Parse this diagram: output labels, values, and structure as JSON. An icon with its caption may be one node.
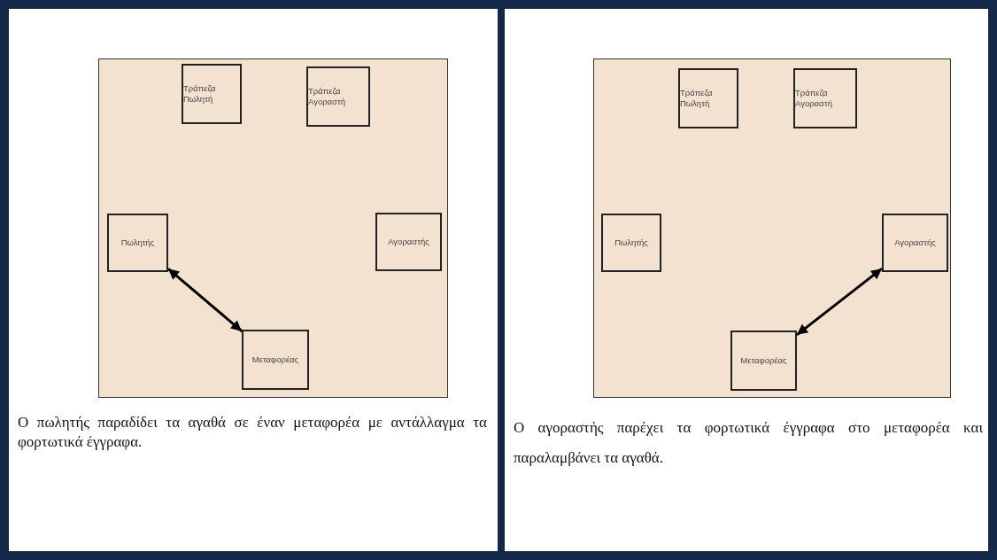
{
  "diagram": {
    "nodes": [
      {
        "text": [
          "Ο πωλητής παραδίδει τα αγαθά σε έναν μεταφορέα με αντάλλαγμα τα φορτωτικά έγγραφα."
        ]
      },
      {
        "text": [
          "Τράπεζα Πωλητή"
        ],
        "in": 0
      },
      {
        "text": [
          "Τράπεζα Αγοραστή"
        ],
        "in": 0
      },
      {
        "text": [
          "Πωλητής"
        ],
        "in": 0
      },
      {
        "text": [
          "Αγοραστής"
        ],
        "in": 0
      },
      {
        "text": [
          "Μεταφορέας"
        ],
        "in": 0
      },
      {
        "text": [
          "Ο αγοραστής παρέχει τα φορτωτικά έγγραφα στο μεταφορέα και παραλαμβάνει τα αγαθά."
        ]
      },
      {
        "text": [
          "Τράπεζα Πωλητή"
        ],
        "in": 6
      },
      {
        "text": [
          "Τράπεζα Αγοραστή"
        ],
        "in": 6
      },
      {
        "text": [
          "Πωλητής"
        ],
        "in": 6
      },
      {
        "text": [
          "Αγοραστής"
        ],
        "in": 6
      },
      {
        "text": [
          "Μεταφορέας"
        ],
        "in": 6
      }
    ],
    "edges": [
      {
        "from": 3,
        "to": 5,
        "arrow": "both"
      },
      {
        "from": 10,
        "to": 11,
        "arrow": "both"
      }
    ]
  }
}
